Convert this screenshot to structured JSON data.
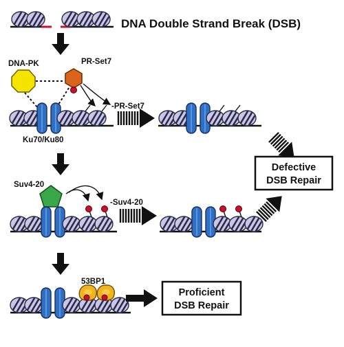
{
  "title": "DNA Double Strand Break (DSB)",
  "labels": {
    "dna_pk": "DNA-PK",
    "pr_set7": "PR-Set7",
    "ku": "Ku70/Ku80",
    "minus_pr_set7": "-PR-Set7",
    "suv4_20": "Suv4-20",
    "minus_suv4_20": "-Suv4-20",
    "bp53": "53BP1"
  },
  "outcomes": {
    "defective": {
      "line1": "Defective",
      "line2": "DSB Repair"
    },
    "proficient": {
      "line1": "Proficient",
      "line2": "DSB Repair"
    }
  },
  "colors": {
    "dna_pk": "#f5e400",
    "pr_set7": "#d9651c",
    "suv4_20": "#3aa84a",
    "ku": "#2f6fc4",
    "mark": "#c8102e",
    "bp53": "#f0b51c",
    "break": "#c8102e"
  },
  "icons": {
    "nucleosome": "nucleosome-icon",
    "ku": "ku-heterodimer-icon"
  }
}
